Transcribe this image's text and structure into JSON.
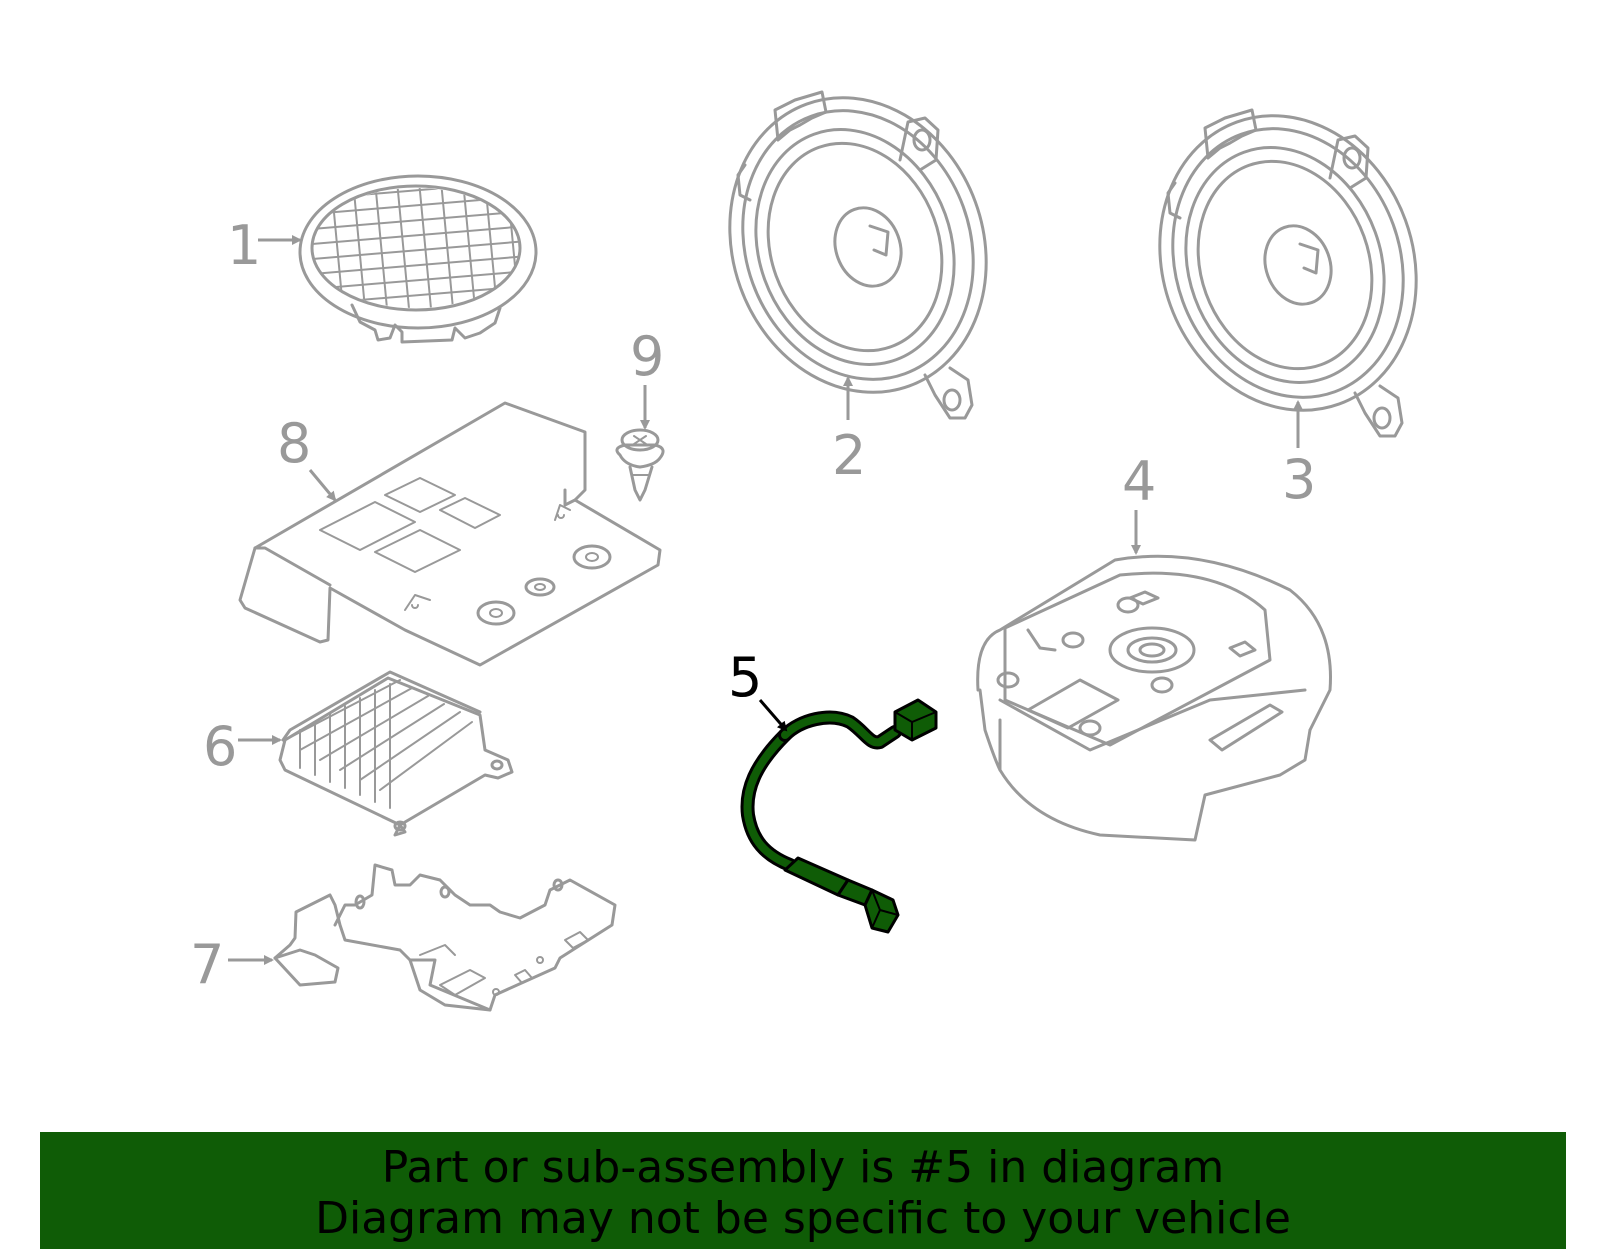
{
  "diagram": {
    "callouts": {
      "c1": "1",
      "c2": "2",
      "c3": "3",
      "c4": "4",
      "c5": "5",
      "c6": "6",
      "c7": "7",
      "c8": "8",
      "c9": "9"
    },
    "highlighted_part": "5",
    "colors": {
      "line_art": "#999999",
      "highlight_fill": "#0f5c06",
      "highlight_outline": "#000000",
      "banner_bg": "#0f5c06",
      "banner_text": "#000000"
    }
  },
  "banner": {
    "line1": "Part or sub-assembly is #5 in diagram",
    "line2": "Diagram may not be specific to your vehicle"
  }
}
